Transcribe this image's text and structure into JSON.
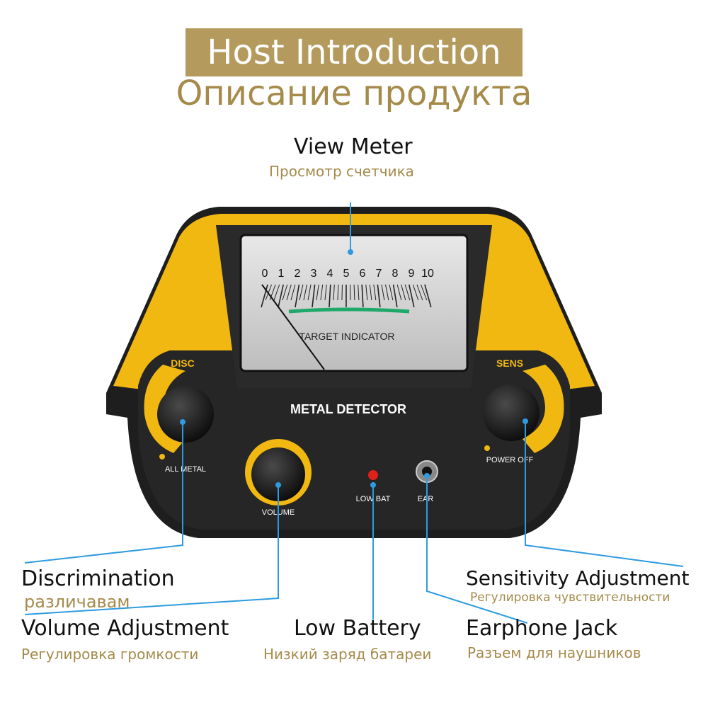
{
  "title": "Host Introduction",
  "subtitle": "Описание продукта",
  "callouts": {
    "view_meter": {
      "en": "View Meter",
      "ru": "Просмотр счетчика"
    },
    "discrimination": {
      "en": "Discrimination",
      "ru": "различавам"
    },
    "volume": {
      "en": "Volume Adjustment",
      "ru": "Регулировка громкости"
    },
    "low_battery": {
      "en": "Low Battery",
      "ru": "Низкий заряд батареи"
    },
    "sensitivity": {
      "en": "Sensitivity Adjustment",
      "ru": "Регулировка чувствительности"
    },
    "earphone": {
      "en": "Earphone Jack",
      "ru": "Разъем для наушников"
    }
  },
  "device": {
    "meter_scale": [
      "0",
      "1",
      "2",
      "3",
      "4",
      "5",
      "6",
      "7",
      "8",
      "9",
      "10"
    ],
    "meter_label": "TARGET INDICATOR",
    "brand_label": "METAL DETECTOR",
    "disc_label": "DISC",
    "sens_label": "SENS",
    "all_metal_label": "ALL METAL",
    "power_off_label": "POWER OFF",
    "volume_label": "VOLUME",
    "lowbat_label": "LOW BAT",
    "ear_label": "EAR"
  },
  "colors": {
    "accent_gold": "#b49a5c",
    "subtitle_gold": "#a58a4a",
    "device_yellow": "#f2b812",
    "device_black": "#1e1e1e",
    "callout_blue": "#2e9be0",
    "meter_green": "#1fa86a",
    "led_red": "#e0201a"
  }
}
